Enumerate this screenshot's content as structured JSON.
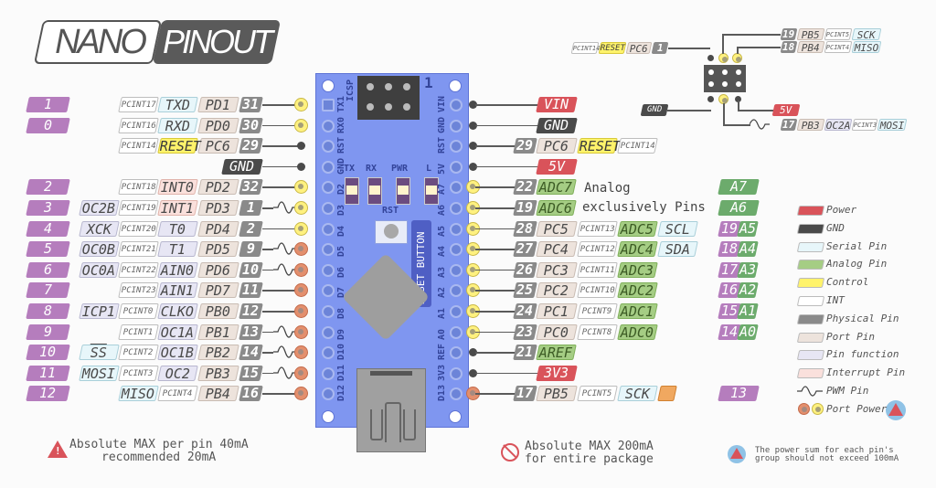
{
  "title": {
    "left": "NANO",
    "right": "PINOUT"
  },
  "board": {
    "icsp_label": "ICSP",
    "icsp_pin1": "1",
    "leds": [
      "TX",
      "RX",
      "PWR",
      "L"
    ],
    "rst_label": "RST",
    "reset_button_label": "RESET BUTTON",
    "left_pin_labels": [
      "TX1",
      "RX0",
      "RST",
      "GND",
      "D2",
      "D3",
      "D4",
      "D5",
      "D6",
      "D7",
      "D8",
      "D9",
      "D10",
      "D11",
      "D12"
    ],
    "right_pin_labels": [
      "VIN",
      "GND",
      "RST",
      "5V",
      "A7",
      "A6",
      "A5",
      "A4",
      "A3",
      "A2",
      "A1",
      "A0",
      "REF",
      "3V3",
      "D13"
    ]
  },
  "left_pins": [
    {
      "arduino": "1",
      "func": "",
      "int": "PCINT17",
      "alt": "TXD",
      "alt_type": "serial",
      "port": "PD1",
      "phys": "31",
      "pad": "yellow",
      "pwm": false
    },
    {
      "arduino": "0",
      "func": "",
      "int": "PCINT16",
      "alt": "RXD",
      "alt_type": "serial",
      "port": "PD0",
      "phys": "30",
      "pad": "yellow",
      "pwm": false
    },
    {
      "arduino": "",
      "func": "",
      "int": "PCINT14",
      "alt": "RESET",
      "alt_type": "ctrl",
      "port": "PC6",
      "phys": "29",
      "pad": "dot",
      "pwm": false
    },
    {
      "arduino": "",
      "func": "",
      "int": "",
      "alt": "",
      "alt_type": "",
      "port": "",
      "phys": "GND",
      "pad": "dot",
      "pwm": false
    },
    {
      "arduino": "2",
      "func": "",
      "int": "PCINT18",
      "alt": "INT0",
      "alt_type": "irq",
      "port": "PD2",
      "phys": "32",
      "pad": "yellow",
      "pwm": false
    },
    {
      "arduino": "3",
      "func": "OC2B",
      "int": "PCINT19",
      "alt": "INT1",
      "alt_type": "irq",
      "port": "PD3",
      "phys": "1",
      "pad": "yellow",
      "pwm": true
    },
    {
      "arduino": "4",
      "func": "XCK",
      "int": "PCINT20",
      "alt": "T0",
      "alt_type": "func",
      "port": "PD4",
      "phys": "2",
      "pad": "yellow",
      "pwm": false
    },
    {
      "arduino": "5",
      "func": "OC0B",
      "int": "PCINT21",
      "alt": "T1",
      "alt_type": "func",
      "port": "PD5",
      "phys": "9",
      "pad": "orange",
      "pwm": true
    },
    {
      "arduino": "6",
      "func": "OC0A",
      "int": "PCINT22",
      "alt": "AIN0",
      "alt_type": "func",
      "port": "PD6",
      "phys": "10",
      "pad": "orange",
      "pwm": true
    },
    {
      "arduino": "7",
      "func": "",
      "int": "PCINT23",
      "alt": "AIN1",
      "alt_type": "func",
      "port": "PD7",
      "phys": "11",
      "pad": "orange",
      "pwm": false
    },
    {
      "arduino": "8",
      "func": "ICP1",
      "int": "PCINT0",
      "alt": "CLKO",
      "alt_type": "func",
      "port": "PB0",
      "phys": "12",
      "pad": "orange",
      "pwm": false
    },
    {
      "arduino": "9",
      "func": "",
      "int": "PCINT1",
      "alt": "OC1A",
      "alt_type": "func",
      "port": "PB1",
      "phys": "13",
      "pad": "orange",
      "pwm": true
    },
    {
      "arduino": "10",
      "func": "SS",
      "func_type": "serial",
      "int": "PCINT2",
      "alt": "OC1B",
      "alt_type": "func",
      "port": "PB2",
      "phys": "14",
      "pad": "orange",
      "pwm": true
    },
    {
      "arduino": "11",
      "func": "MOSI",
      "func_type": "serial",
      "int": "PCINT3",
      "alt": "OC2",
      "alt_type": "func",
      "port": "PB3",
      "phys": "15",
      "pad": "orange",
      "pwm": true
    },
    {
      "arduino": "12",
      "func": "",
      "int": "PCINT4",
      "alt": "MISO",
      "alt_type": "serial",
      "port": "PB4",
      "phys": "16",
      "pad": "orange",
      "pwm": false,
      "int_after": true
    }
  ],
  "right_pins": [
    {
      "phys": "VIN",
      "phys_type": "power",
      "pad": "dot"
    },
    {
      "phys": "GND",
      "phys_type": "gnd",
      "pad": "dot"
    },
    {
      "phys": "29",
      "port": "PC6",
      "alt": "RESET",
      "alt_type": "ctrl",
      "int": "PCINT14",
      "pad": "dot"
    },
    {
      "phys": "5V",
      "phys_type": "power",
      "pad": "dot"
    },
    {
      "phys": "22",
      "alt": "ADC7",
      "alt_type": "analog",
      "pad": "yellow",
      "arduino": "",
      "arduino_a": "A7"
    },
    {
      "phys": "19",
      "alt": "ADC6",
      "alt_type": "analog",
      "pad": "yellow",
      "arduino": "",
      "arduino_a": "A6"
    },
    {
      "phys": "28",
      "port": "PC5",
      "int": "PCINT13",
      "alt": "ADC5",
      "alt_type": "analog",
      "extra": "SCL",
      "pad": "yellow",
      "arduino": "19",
      "arduino_a": "A5"
    },
    {
      "phys": "27",
      "port": "PC4",
      "int": "PCINT12",
      "alt": "ADC4",
      "alt_type": "analog",
      "extra": "SDA",
      "pad": "yellow",
      "arduino": "18",
      "arduino_a": "A4"
    },
    {
      "phys": "26",
      "port": "PC3",
      "int": "PCINT11",
      "alt": "ADC3",
      "alt_type": "analog",
      "pad": "yellow",
      "arduino": "17",
      "arduino_a": "A3"
    },
    {
      "phys": "25",
      "port": "PC2",
      "int": "PCINT10",
      "alt": "ADC2",
      "alt_type": "analog",
      "pad": "yellow",
      "arduino": "16",
      "arduino_a": "A2"
    },
    {
      "phys": "24",
      "port": "PC1",
      "int": "PCINT9",
      "alt": "ADC1",
      "alt_type": "analog",
      "pad": "yellow",
      "arduino": "15",
      "arduino_a": "A1"
    },
    {
      "phys": "23",
      "port": "PC0",
      "int": "PCINT8",
      "alt": "ADC0",
      "alt_type": "analog",
      "pad": "yellow",
      "arduino": "14",
      "arduino_a": "A0"
    },
    {
      "phys": "21",
      "alt": "AREF",
      "alt_type": "analog",
      "pad": "dot"
    },
    {
      "phys": "3V3",
      "phys_type": "power",
      "pad": "dot"
    },
    {
      "phys": "17",
      "port": "PB5",
      "int": "PCINT5",
      "alt": "SCK",
      "alt_type": "serial",
      "pad": "orange",
      "arduino": "13",
      "led_marker": true
    }
  ],
  "analog_note": {
    "line1": "Analog",
    "line2": "exclusively Pins"
  },
  "icsp_header": {
    "top_right": [
      {
        "phys": "19",
        "port": "PB5",
        "int": "PCINT5",
        "func": "SCK"
      },
      {
        "phys": "18",
        "port": "PB4",
        "int": "PCINT4",
        "func": "MISO"
      }
    ],
    "top_left": {
      "int": "PCINT14",
      "ctrl": "RESET",
      "port": "PC6",
      "phys": "1"
    },
    "bottom_left": "GND",
    "bottom_right_power": "5V",
    "bottom_right": {
      "phys": "17",
      "port": "PB3",
      "func": "OC2A",
      "int": "PCINT3",
      "serial": "MOSI"
    }
  },
  "legend": [
    {
      "label": "Power",
      "color": "#d9535a"
    },
    {
      "label": "GND",
      "color": "#4a4a4a"
    },
    {
      "label": "Serial Pin",
      "color": "#e7f6fa"
    },
    {
      "label": "Analog Pin",
      "color": "#a5cd84"
    },
    {
      "label": "Control",
      "color": "#fff36b"
    },
    {
      "label": "INT",
      "color": "#ffffff"
    },
    {
      "label": "Physical Pin",
      "color": "#8a8a8a"
    },
    {
      "label": "Port Pin",
      "color": "#ede3dc"
    },
    {
      "label": "Pin function",
      "color": "#e7e6f4"
    },
    {
      "label": "Interrupt Pin",
      "color": "#fae0dc"
    },
    {
      "label": "PWM Pin",
      "color": ""
    },
    {
      "label": "Port Power",
      "color": ""
    }
  ],
  "notes": {
    "left_line1": "Absolute MAX per pin 40mA",
    "left_line2": "recommended 20mA",
    "center_line1": "Absolute MAX 200mA",
    "center_line2": "for entire package",
    "right_line1": "The power sum for each pin's",
    "right_line2": "group should not exceed 100mA"
  }
}
